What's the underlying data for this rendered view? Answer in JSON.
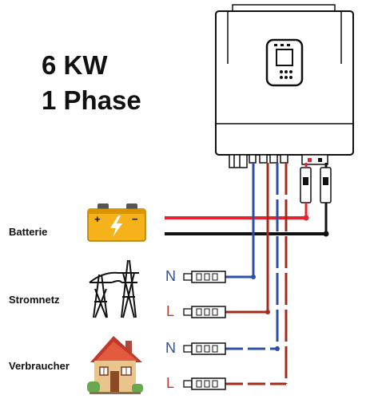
{
  "title": {
    "line1": "6 KW",
    "line2": "1 Phase"
  },
  "sources": {
    "battery": "Batterie",
    "grid": "Stromnetz",
    "load": "Verbraucher"
  },
  "phases": {
    "grid_n": "N",
    "grid_l": "L",
    "load_n": "N",
    "load_l": "L"
  },
  "battery_symbols": {
    "plus": "+",
    "minus": "−"
  },
  "colors": {
    "positive": "#e8222b",
    "negative": "#111111",
    "neutral": "#2b4ea8",
    "phase": "#a52a1a",
    "battery_body": "#f5b21b",
    "roof": "#c0392b"
  },
  "icons": [
    "inverter-icon",
    "battery-icon",
    "power-pylon-icon",
    "house-icon",
    "terminal-block-icon",
    "breaker-icon"
  ]
}
